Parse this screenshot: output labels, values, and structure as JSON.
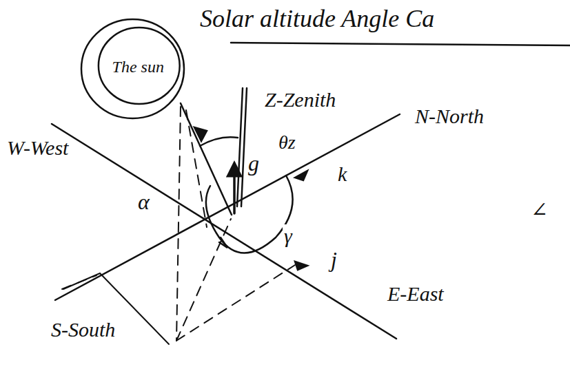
{
  "diagram": {
    "title": "Solar altitude Angle Ca",
    "nodes": [
      {
        "text": [
          "The sun"
        ]
      }
    ],
    "labels": [
      "Z-Zenith",
      "θz",
      "N-North",
      "W-West",
      "E-East",
      "S-South",
      "α",
      "γ",
      "g",
      "k",
      "j",
      "∠"
    ]
  }
}
